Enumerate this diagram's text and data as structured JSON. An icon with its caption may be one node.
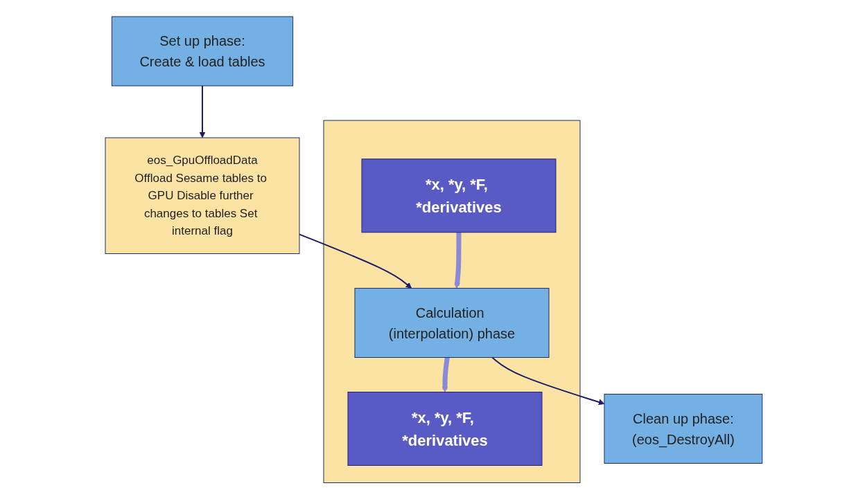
{
  "diagram": {
    "nodes": [
      {
        "text": [
          "Set up phase:",
          "Create & load tables"
        ]
      },
      {
        "text": [
          "eos_GpuOffloadData",
          "Offload Sesame tables to GPU Disable further changes to tables Set internal flag"
        ]
      },
      {
        "text": [],
        "shape": "box"
      },
      {
        "text": [
          "*x, *y, *F, *derivatives"
        ],
        "in": 2
      },
      {
        "text": [
          "Calculation (interpolation) phase"
        ],
        "in": 2
      },
      {
        "text": [
          "*x, *y, *F, *derivatives"
        ],
        "in": 2
      },
      {
        "text": [
          "Clean up phase:",
          "(eos_DestroyAll)"
        ]
      }
    ],
    "edges": [
      {
        "from": 0,
        "to": 1,
        "arrow": "to"
      },
      {
        "from": 1,
        "to": 4,
        "arrow": "to"
      },
      {
        "from": 3,
        "to": 4,
        "arrow": "to",
        "style": "thick",
        "color": "#8a8ad6"
      },
      {
        "from": 4,
        "to": 5,
        "arrow": "to",
        "style": "thick",
        "color": "#8a8ad6"
      },
      {
        "from": 4,
        "to": 6,
        "arrow": "to"
      }
    ]
  }
}
